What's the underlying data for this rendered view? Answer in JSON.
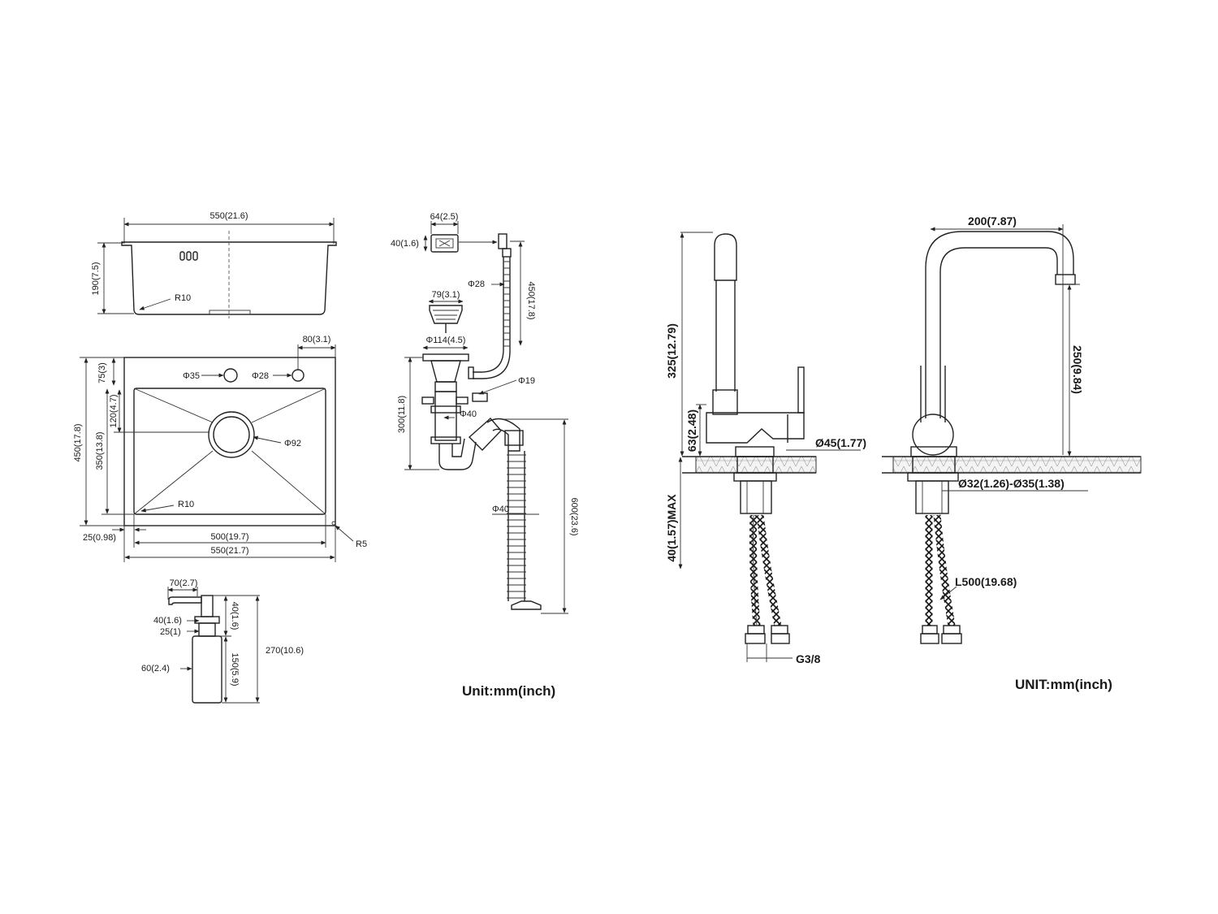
{
  "sink_side": {
    "width": "550(21.6)",
    "depth": "190(7.5)",
    "radius": "R10"
  },
  "sink_top": {
    "offset_right": "80(3.1)",
    "offset_top": "75(3)",
    "hole_large": "Φ35",
    "hole_small": "Φ28",
    "drain_offset": "120(4.7)",
    "drain_dia": "Φ92",
    "depth_outer": "450(17.8)",
    "depth_inner": "350(13.8)",
    "radius": "R10",
    "margin": "25(0.98)",
    "width_inner": "500(19.7)",
    "width_outer": "550(21.7)",
    "corner_radius": "R5"
  },
  "dispenser": {
    "spout": "70(2.7)",
    "neck": "40(1.6)",
    "collar": "25(1)",
    "cap_height": "40(1.6)",
    "bottle_height": "150(5.9)",
    "total_height": "270(10.6)",
    "bottle_dia": "60(2.4)"
  },
  "drain": {
    "overflow_w": "64(2.5)",
    "overflow_h": "40(1.6)",
    "hose_dia": "Φ28",
    "hose_len": "450(17.8)",
    "strainer_w": "79(3.1)",
    "flange": "Φ114(4.5)",
    "inlet": "Φ19",
    "pipe_dia": "Φ40",
    "trap_height": "300(11.8)",
    "outlet_dia": "Φ40",
    "outlet_len": "600(23.6)",
    "unit": "Unit:mm(inch)"
  },
  "faucet_side": {
    "height": "325(12.79)",
    "base_height": "63(2.48)",
    "base_dia": "Ø45(1.77)",
    "max_thickness": "40(1.57)MAX",
    "thread": "G3/8"
  },
  "faucet_front": {
    "reach": "200(7.87)",
    "spout_height": "250(9.84)",
    "hole_dia": "Ø32(1.26)-Ø35(1.38)",
    "hose_len": "L500(19.68)",
    "unit": "UNIT:mm(inch)"
  }
}
